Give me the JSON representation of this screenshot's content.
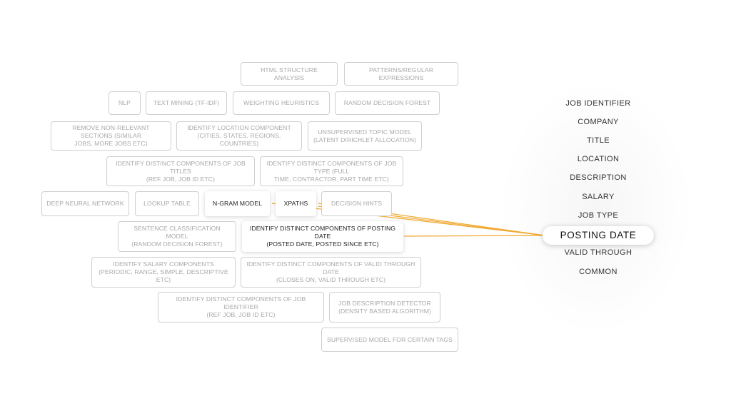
{
  "colors": {
    "connector": "#f0a830",
    "active_text": "#222222",
    "inactive_text": "#a8a8a8",
    "border": "#cfcfcf"
  },
  "techniques": [
    {
      "id": "html",
      "lines": [
        "HTML STRUCTURE ANALYSIS"
      ],
      "active": false
    },
    {
      "id": "patterns",
      "lines": [
        "PATTERNS/REGULAR EXPRESSIONS"
      ],
      "active": false
    },
    {
      "id": "nlp",
      "lines": [
        "NLP"
      ],
      "active": false
    },
    {
      "id": "textmining",
      "lines": [
        "TEXT MINING (TF-IDF)"
      ],
      "active": false
    },
    {
      "id": "weighting",
      "lines": [
        "WEIGHTING HEURISTICS"
      ],
      "active": false
    },
    {
      "id": "forest",
      "lines": [
        "RANDOM DECISION FOREST"
      ],
      "active": false
    },
    {
      "id": "remove",
      "lines": [
        "REMOVE NON-RELEVANT SECTIONS (SIMILAR",
        "JOBS, MORE JOBS ETC)"
      ],
      "active": false
    },
    {
      "id": "location",
      "lines": [
        "IDENTIFY LOCATION COMPONENT",
        "(CITIES, STATES, REGIONS, COUNTRIES)"
      ],
      "active": false
    },
    {
      "id": "topic",
      "lines": [
        "UNSUPERVISED TOPIC MODEL",
        "(LATENT DIRICHLET ALLOCATION)"
      ],
      "active": false
    },
    {
      "id": "titles",
      "lines": [
        "IDENTIFY DISTINCT COMPONENTS OF JOB TITLES",
        "(REF JOB, JOB ID ETC)"
      ],
      "active": false
    },
    {
      "id": "jobtype",
      "lines": [
        "IDENTIFY DISTINCT COMPONENTS OF JOB TYPE (FULL",
        "TIME, CONTRACTOR, PART TIME ETC)"
      ],
      "active": false
    },
    {
      "id": "dnn",
      "lines": [
        "DEEP NEURAL NETWORK"
      ],
      "active": false
    },
    {
      "id": "lookup",
      "lines": [
        "LOOKUP TABLE"
      ],
      "active": false
    },
    {
      "id": "ngram",
      "lines": [
        "N-GRAM MODEL"
      ],
      "active": true
    },
    {
      "id": "xpaths",
      "lines": [
        "XPATHS"
      ],
      "active": true
    },
    {
      "id": "hints",
      "lines": [
        "DECISION HINTS"
      ],
      "active": false
    },
    {
      "id": "sentence",
      "lines": [
        "SENTENCE CLASSIFICATION MODEL",
        "(RANDOM DECISION FOREST)"
      ],
      "active": false
    },
    {
      "id": "postingdate",
      "lines": [
        "IDENTIFY DISTINCT COMPONENTS OF POSTING DATE",
        "(POSTED DATE, POSTED SINCE ETC)"
      ],
      "active": true
    },
    {
      "id": "salary",
      "lines": [
        "IDENTIFY SALARY COMPONENTS",
        "(PERIODIC, RANGE, SIMPLE, DESCRIPTIVE ETC)"
      ],
      "active": false
    },
    {
      "id": "validthrough",
      "lines": [
        "IDENTIFY DISTINCT COMPONENTS OF VALID THROUGH DATE",
        "(CLOSES ON, VALID THROUGH ETC)"
      ],
      "active": false
    },
    {
      "id": "jobid",
      "lines": [
        "IDENTIFY DISTINCT COMPONENTS OF JOB IDENTIFIER",
        "(REF JOB, JOB ID ETC)"
      ],
      "active": false
    },
    {
      "id": "jobdesc",
      "lines": [
        "JOB DESCRIPTION DETECTOR",
        "(DENSITY BASED ALGORITHM)"
      ],
      "active": false
    },
    {
      "id": "supervised",
      "lines": [
        "SUPERVISED MODEL FOR CERTAIN TAGS"
      ],
      "active": false
    }
  ],
  "fields": [
    {
      "label": "JOB IDENTIFIER",
      "selected": false
    },
    {
      "label": "COMPANY",
      "selected": false
    },
    {
      "label": "TITLE",
      "selected": false
    },
    {
      "label": "LOCATION",
      "selected": false
    },
    {
      "label": "DESCRIPTION",
      "selected": false
    },
    {
      "label": "SALARY",
      "selected": false
    },
    {
      "label": "JOB TYPE",
      "selected": false
    },
    {
      "label": "POSTING DATE",
      "selected": true
    },
    {
      "label": "VALID THROUGH",
      "selected": false
    },
    {
      "label": "COMMON",
      "selected": false
    }
  ]
}
